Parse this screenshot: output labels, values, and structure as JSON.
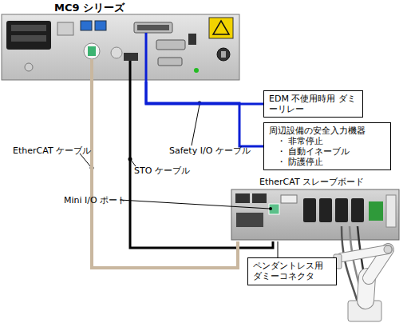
{
  "diagram": {
    "nodes": [
      {
        "text": [
          "MC9 シリーズ"
        ]
      },
      {
        "text": [
          "EDM 不使用時用 ダミーリレー"
        ]
      },
      {
        "text": [
          "周辺設備の安全入力機器",
          "・ 非常停止",
          "・ 自動イネーブル",
          "・ 防護停止"
        ]
      },
      {
        "text": [
          "EtherCAT スレーブボード"
        ]
      },
      {
        "text": [
          "ペンダントレス用 ダミーコネクタ"
        ]
      }
    ],
    "edges": [
      {
        "from": 0,
        "to": 1,
        "arrow": "none",
        "label": "Safety I/O ケーブル"
      },
      {
        "from": 0,
        "to": 2,
        "arrow": "none"
      },
      {
        "from": 0,
        "to": 3,
        "arrow": "none",
        "label": "STO ケーブル"
      },
      {
        "from": 0,
        "to": 3,
        "arrow": "none",
        "label": "EtherCAT ケーブル"
      },
      {
        "from": 4,
        "to": 3,
        "arrow": "none"
      }
    ],
    "labels": [
      "Mini I/O ポート"
    ]
  }
}
